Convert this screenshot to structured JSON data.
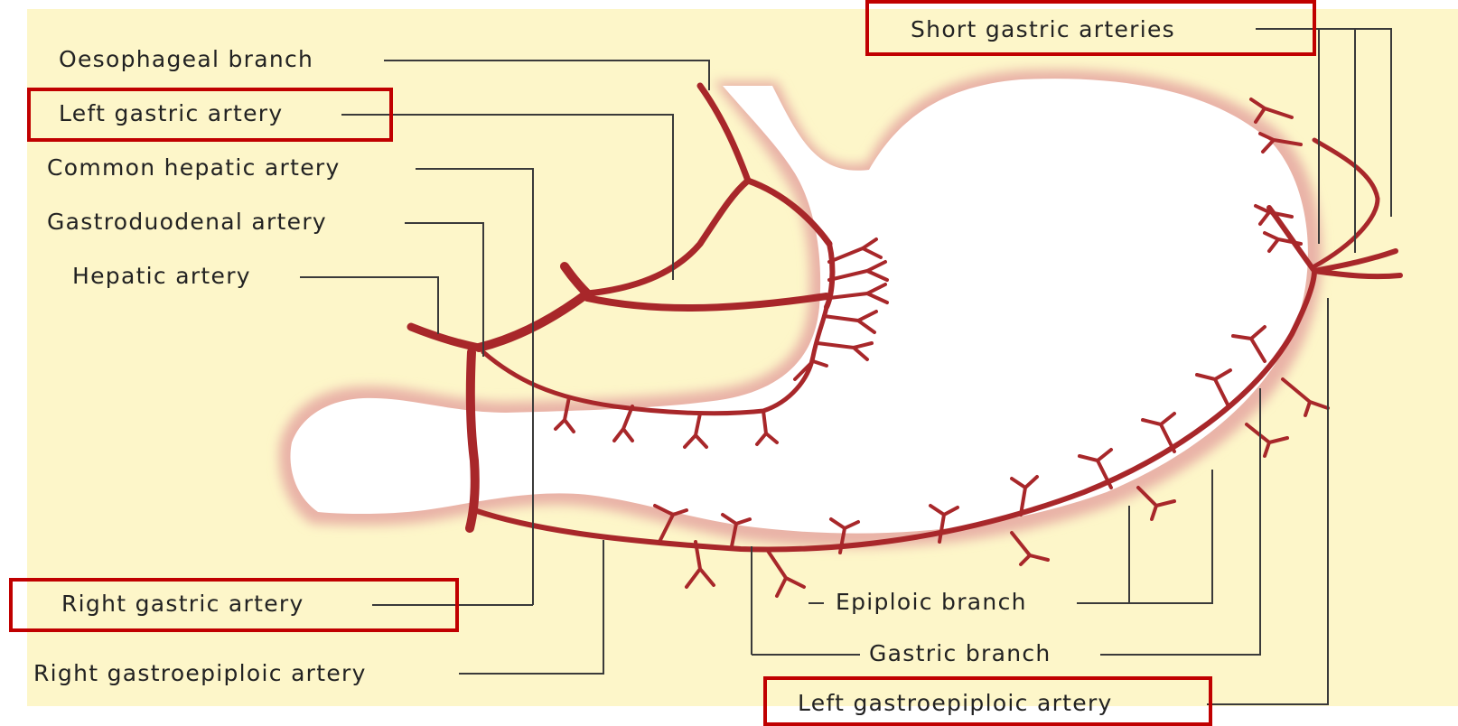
{
  "colors": {
    "background": "#fdf6c9",
    "stomach_fill": "#ffffff",
    "stomach_rim": "#e9b3a7",
    "artery": "#a8272a",
    "leader_line": "#3a3a3a",
    "highlight": "#c00000"
  },
  "labels": {
    "oesophageal_branch": "Oesophageal branch",
    "left_gastric_artery": "Left gastric artery",
    "common_hepatic_artery": "Common hepatic artery",
    "gastroduodenal_artery": "Gastroduodenal artery",
    "hepatic_artery": "Hepatic artery",
    "right_gastric_artery": "Right gastric artery",
    "right_gastroepiploic_artery": "Right gastroepiploic artery",
    "short_gastric_arteries": "Short gastric arteries",
    "epiploic_branch": "Epiploic branch",
    "gastric_branch": "Gastric branch",
    "left_gastroepiploic_artery": "Left gastroepiploic artery"
  },
  "highlighted": [
    "left_gastric_artery",
    "right_gastric_artery",
    "short_gastric_arteries",
    "left_gastroepiploic_artery"
  ]
}
